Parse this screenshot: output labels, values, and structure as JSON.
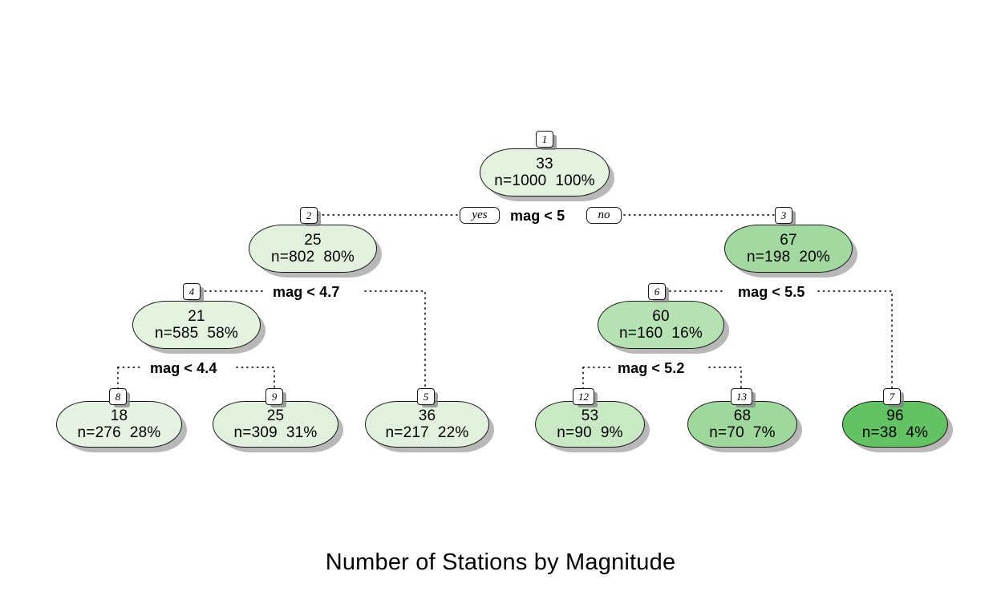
{
  "chart_data": {
    "type": "tree",
    "title": "Number of Stations by Magnitude",
    "response": "stations",
    "split_variable": "mag",
    "total_n": 1000,
    "nodes": [
      {
        "id": "1",
        "value": "33",
        "stats": "n=1000  100%",
        "n": 1000,
        "pct": "100%",
        "fill": "#e4f2e0",
        "depth": 0,
        "type": "root"
      },
      {
        "id": "2",
        "value": "25",
        "stats": "n=802  80%",
        "n": 802,
        "pct": "80%",
        "fill": "#e2f1de",
        "depth": 1,
        "type": "internal"
      },
      {
        "id": "3",
        "value": "67",
        "stats": "n=198  20%",
        "n": 198,
        "pct": "20%",
        "fill": "#a3d9a0",
        "depth": 1,
        "type": "internal"
      },
      {
        "id": "4",
        "value": "21",
        "stats": "n=585  58%",
        "n": 585,
        "pct": "58%",
        "fill": "#e4f2e0",
        "depth": 2,
        "type": "internal"
      },
      {
        "id": "5",
        "value": "36",
        "stats": "n=217  22%",
        "n": 217,
        "pct": "22%",
        "fill": "#e2f1dd",
        "depth": 3,
        "type": "leaf"
      },
      {
        "id": "6",
        "value": "60",
        "stats": "n=160  16%",
        "n": 160,
        "pct": "16%",
        "fill": "#b6e1b2",
        "depth": 2,
        "type": "internal"
      },
      {
        "id": "7",
        "value": "96",
        "stats": "n=38  4%",
        "n": 38,
        "pct": "4%",
        "fill": "#63c263",
        "depth": 3,
        "type": "leaf"
      },
      {
        "id": "8",
        "value": "18",
        "stats": "n=276  28%",
        "n": 276,
        "pct": "28%",
        "fill": "#e6f3e2",
        "depth": 3,
        "type": "leaf"
      },
      {
        "id": "9",
        "value": "25",
        "stats": "n=309  31%",
        "n": 309,
        "pct": "31%",
        "fill": "#e2f1de",
        "depth": 3,
        "type": "leaf"
      },
      {
        "id": "12",
        "value": "53",
        "stats": "n=90  9%",
        "n": 90,
        "pct": "9%",
        "fill": "#c9e8c4",
        "depth": 3,
        "type": "leaf"
      },
      {
        "id": "13",
        "value": "68",
        "stats": "n=70  7%",
        "n": 70,
        "pct": "7%",
        "fill": "#a0d79c",
        "depth": 3,
        "type": "leaf"
      }
    ],
    "splits": [
      {
        "label": "mag < 5",
        "parent": "1",
        "yes_child": "2",
        "no_child": "3"
      },
      {
        "label": "mag < 4.7",
        "parent": "2",
        "yes_child": "4",
        "no_child": "5"
      },
      {
        "label": "mag < 4.4",
        "parent": "4",
        "yes_child": "8",
        "no_child": "9"
      },
      {
        "label": "mag < 5.5",
        "parent": "3",
        "yes_child": "6",
        "no_child": "7"
      },
      {
        "label": "mag < 5.2",
        "parent": "6",
        "yes_child": "12",
        "no_child": "13"
      }
    ],
    "branch_labels": {
      "yes": "yes",
      "no": "no"
    },
    "palette": {
      "lightest": "#e6f3e2",
      "darkest": "#63c263",
      "background": "#ffffff",
      "outline": "#1a1a1a"
    }
  },
  "caption": {
    "text": "Number of Stations by Magnitude"
  },
  "nodes": {
    "n1": {
      "id": "1",
      "value": "33",
      "stats": "n=1000  100%"
    },
    "n2": {
      "id": "2",
      "value": "25",
      "stats": "n=802  80%"
    },
    "n3": {
      "id": "3",
      "value": "67",
      "stats": "n=198  20%"
    },
    "n4": {
      "id": "4",
      "value": "21",
      "stats": "n=585  58%"
    },
    "n5": {
      "id": "5",
      "value": "36",
      "stats": "n=217  22%"
    },
    "n6": {
      "id": "6",
      "value": "60",
      "stats": "n=160  16%"
    },
    "n7": {
      "id": "7",
      "value": "96",
      "stats": "n=38  4%"
    },
    "n8": {
      "id": "8",
      "value": "18",
      "stats": "n=276  28%"
    },
    "n9": {
      "id": "9",
      "value": "25",
      "stats": "n=309  31%"
    },
    "n12": {
      "id": "12",
      "value": "53",
      "stats": "n=90  9%"
    },
    "n13": {
      "id": "13",
      "value": "68",
      "stats": "n=70  7%"
    }
  },
  "splits": {
    "s1": "mag < 5",
    "s2": "mag < 4.7",
    "s4": "mag < 4.4",
    "s3": "mag < 5.5",
    "s6": "mag < 5.2"
  },
  "branch": {
    "yes": "yes",
    "no": "no"
  }
}
